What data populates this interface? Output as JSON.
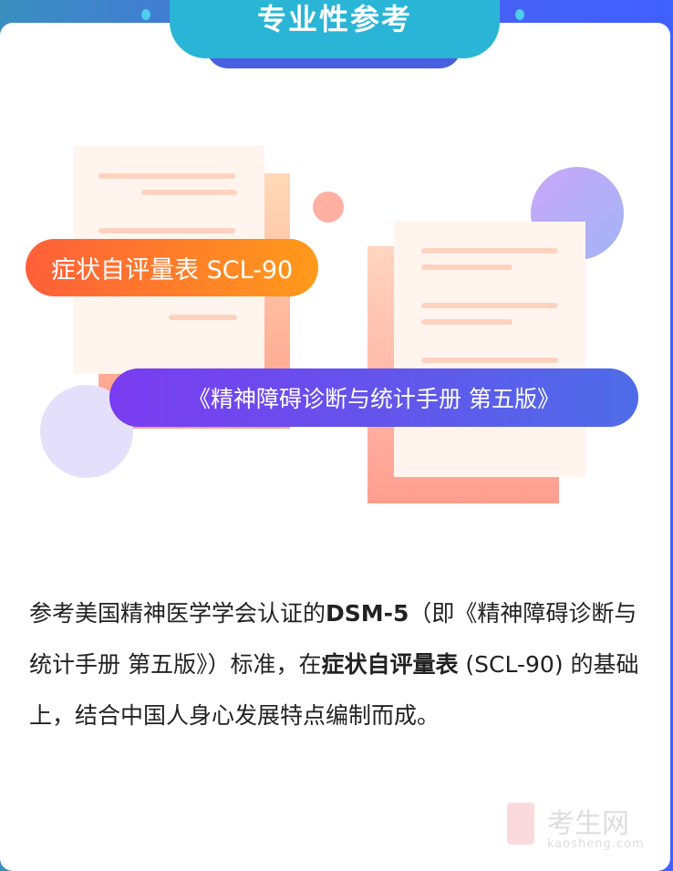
{
  "header": {
    "title": "专业性参考"
  },
  "illustration": {
    "tag_scale": "症状自评量表 SCL-90",
    "tag_manual": "《精神障碍诊断与统计手册 第五版》"
  },
  "description": {
    "p1": "参考美国精神医学学会认证的",
    "dsm": "DSM-5",
    "p2": "（即《精神障碍诊断与统计手册 第五版》）标准，在",
    "scale": "症状自评量表",
    "p3": " (SCL-90) 的基础上，结合中国人身心发展特点编制而成。"
  },
  "watermark": {
    "name": "考生网",
    "domain": "kaosheng.com"
  }
}
